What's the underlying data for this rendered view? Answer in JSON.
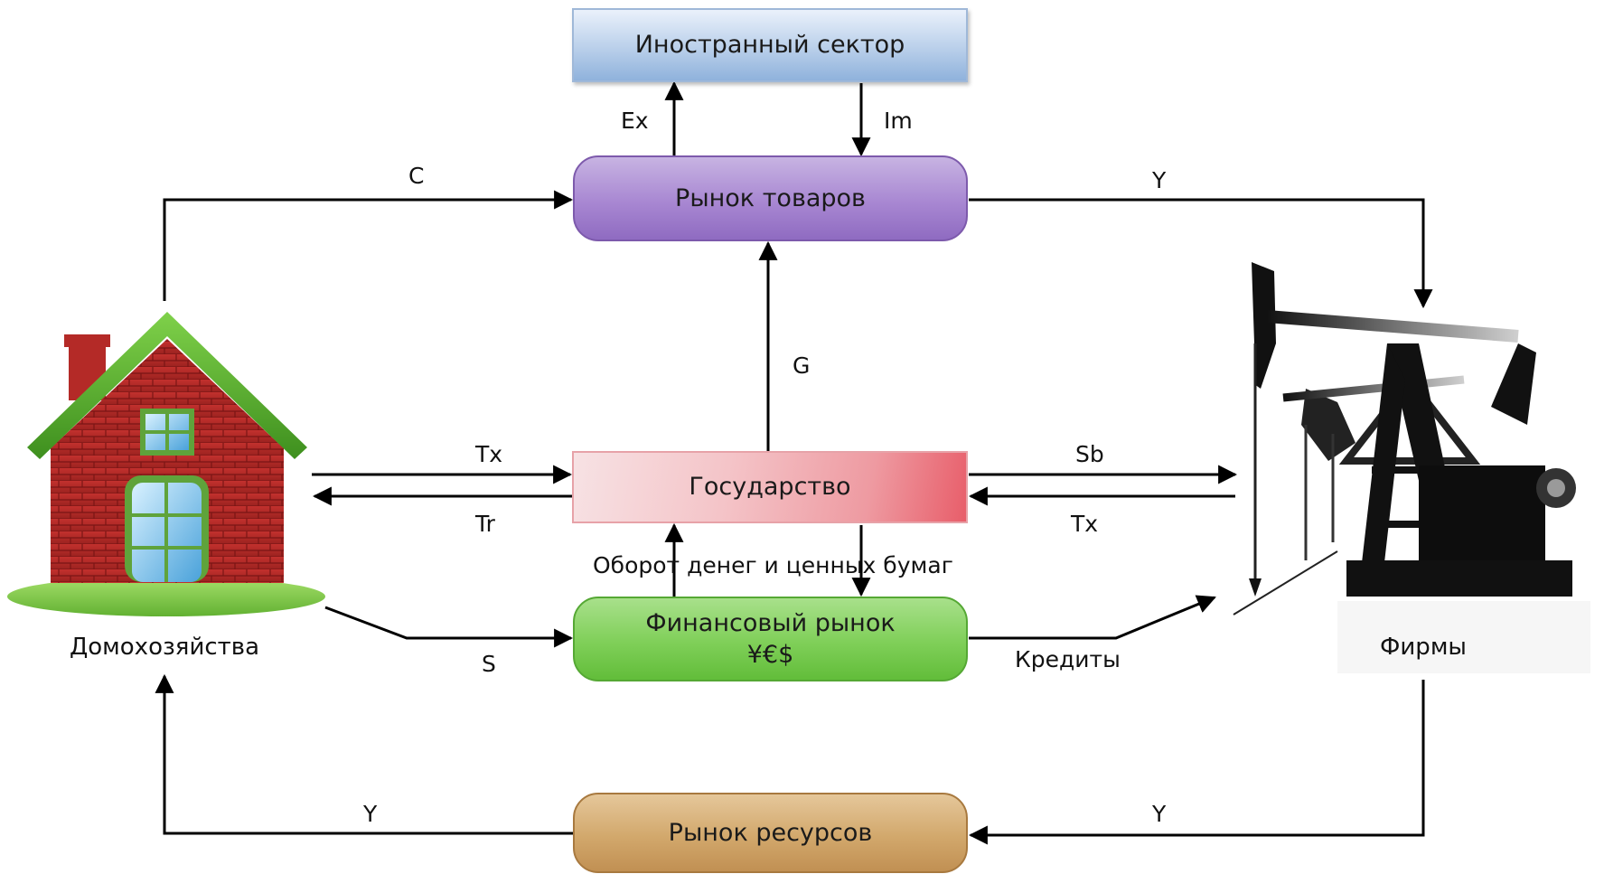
{
  "nodes": {
    "foreign_sector": "Иностранный сектор",
    "goods_market": "Рынок товаров",
    "state": "Государство",
    "financial_market_line1": "Финансовый рынок",
    "financial_market_line2": "¥€$",
    "resource_market": "Рынок ресурсов",
    "households": "Домохозяйства",
    "firms": "Фирмы"
  },
  "flows": {
    "exports": "Ex",
    "imports": "Im",
    "consumption": "C",
    "income_goods_to_firms": "Y",
    "government_spending": "G",
    "taxes_households": "Tx",
    "transfers": "Tr",
    "subsidies": "Sb",
    "taxes_firms": "Tx",
    "money_circulation": "Оборот денег и ценных бумаг",
    "savings": "S",
    "credits": "Кредиты",
    "income_to_households": "Y",
    "income_firms_to_resources": "Y"
  },
  "colors": {
    "foreign_sector": "#b9cfea",
    "goods_market": "#a887d2",
    "state": "#f4c3c7",
    "financial_market": "#7fcf58",
    "resource_market": "#d2a86c",
    "arrows": "#000000"
  },
  "icons": {
    "households": "house-icon",
    "firms": "oil-pump-icon"
  }
}
